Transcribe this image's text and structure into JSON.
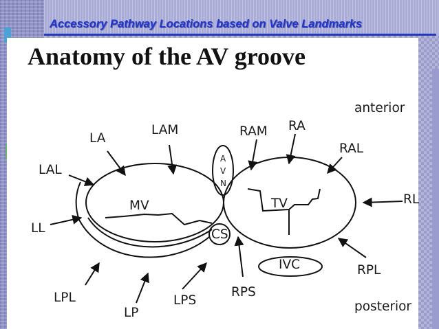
{
  "slide": {
    "title": "Accessory Pathway Locations based on Valve Landmarks",
    "heading": "Anatomy of the AV groove"
  },
  "colors": {
    "title_text": "#1f32d6",
    "background": "#9a9dcb",
    "panel": "#ffffff"
  },
  "diagram": {
    "orientation": {
      "top": "anterior",
      "bottom": "posterior"
    },
    "structures": {
      "mitral_valve": "MV",
      "tricuspid_valve": "TV",
      "av_node": [
        "A",
        "V",
        "N"
      ],
      "coronary_sinus": "CS",
      "ivc": "IVC"
    },
    "pathway_labels": {
      "la": "LA",
      "lam": "LAM",
      "lal": "LAL",
      "ll": "LL",
      "lpl": "LPL",
      "lp": "LP",
      "lps": "LPS",
      "ram": "RAM",
      "ra": "RA",
      "ral": "RAL",
      "rl": "RL",
      "rpl": "RPL",
      "rps": "RPS"
    }
  }
}
